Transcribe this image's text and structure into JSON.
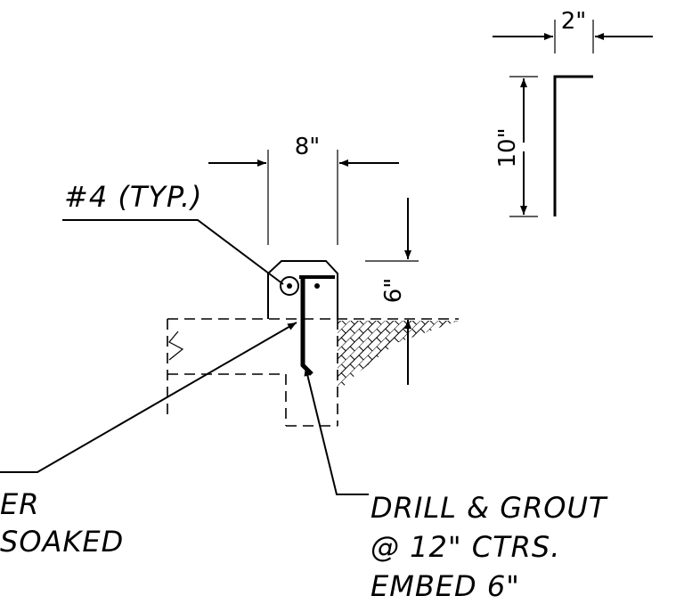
{
  "dimensions": {
    "top_width": "2\"",
    "bar_height": "10\"",
    "curb_width": "8\"",
    "embed_depth": "6\""
  },
  "callouts": {
    "rebar": "#4 (TYP.)",
    "left_line1": "ER",
    "left_line2": "SOAKED",
    "drill_line1": "DRILL & GROUT",
    "drill_line2": "@ 12\" CTRS.",
    "drill_line3": "EMBED 6\""
  }
}
